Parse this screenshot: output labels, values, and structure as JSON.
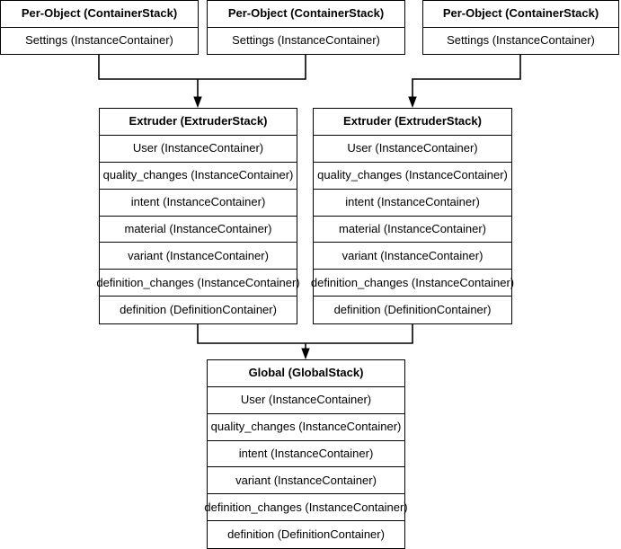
{
  "diagram": {
    "title": "Cura container stack hierarchy",
    "colors": {
      "background": "#ffffff",
      "stroke": "#000000",
      "text": "#000000"
    },
    "per_object_stacks": [
      {
        "id": "per-object-1",
        "header": "Per-Object (ContainerStack)",
        "rows": [
          "Settings (InstanceContainer)"
        ]
      },
      {
        "id": "per-object-2",
        "header": "Per-Object (ContainerStack)",
        "rows": [
          "Settings (InstanceContainer)"
        ]
      },
      {
        "id": "per-object-3",
        "header": "Per-Object (ContainerStack)",
        "rows": [
          "Settings (InstanceContainer)"
        ]
      }
    ],
    "extruder_stacks": [
      {
        "id": "extruder-1",
        "header": "Extruder (ExtruderStack)",
        "rows": [
          "User (InstanceContainer)",
          "quality_changes (InstanceContainer)",
          "intent (InstanceContainer)",
          "material (InstanceContainer)",
          "variant (InstanceContainer)",
          "definition_changes (InstanceContainer)",
          "definition (DefinitionContainer)"
        ]
      },
      {
        "id": "extruder-2",
        "header": "Extruder (ExtruderStack)",
        "rows": [
          "User (InstanceContainer)",
          "quality_changes (InstanceContainer)",
          "intent (InstanceContainer)",
          "material (InstanceContainer)",
          "variant (InstanceContainer)",
          "definition_changes (InstanceContainer)",
          "definition (DefinitionContainer)"
        ]
      }
    ],
    "global_stack": {
      "id": "global-1",
      "header": "Global (GlobalStack)",
      "rows": [
        "User (InstanceContainer)",
        "quality_changes (InstanceContainer)",
        "intent (InstanceContainer)",
        "variant (InstanceContainer)",
        "definition_changes (InstanceContainer)",
        "definition (DefinitionContainer)"
      ]
    }
  }
}
